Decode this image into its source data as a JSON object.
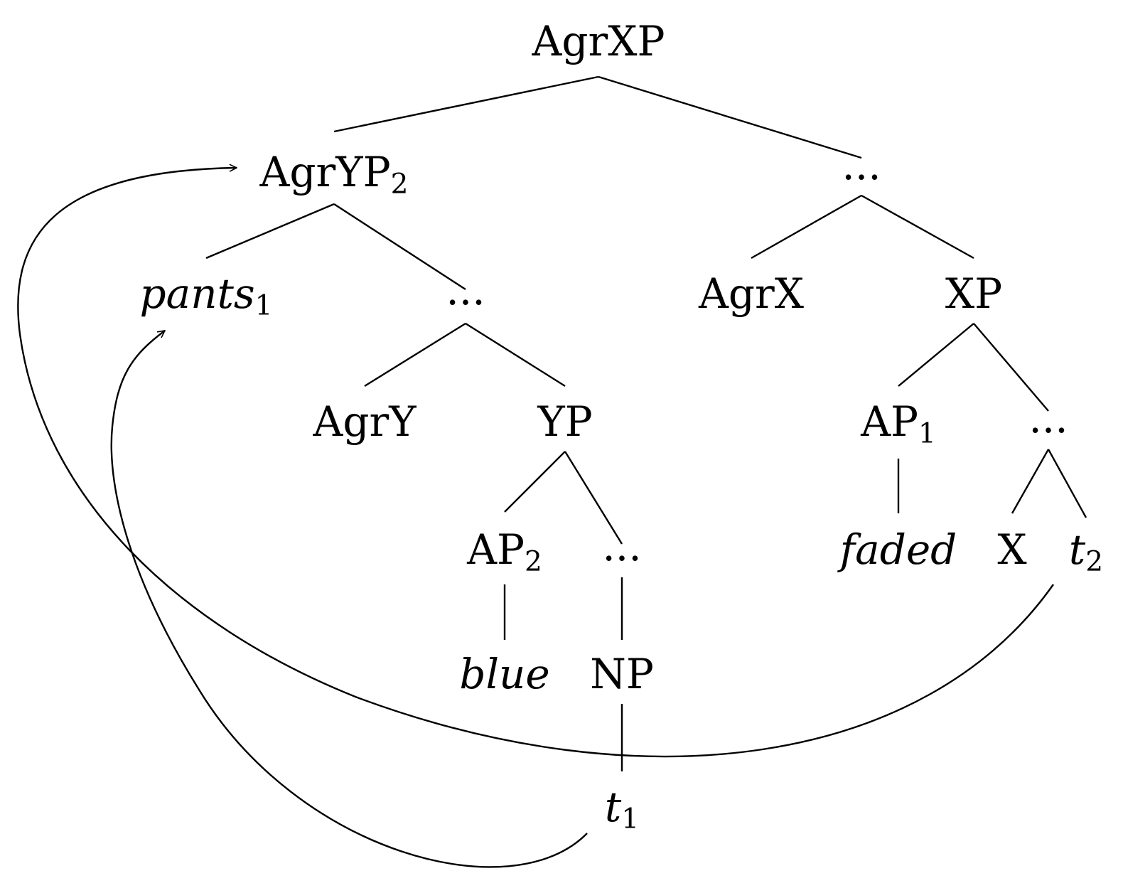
{
  "tree": {
    "nodes": [
      {
        "id": "agrxp",
        "label": "AgrXP",
        "sub": "",
        "italic": false
      },
      {
        "id": "agryp",
        "label": "AgrYP",
        "sub": "2",
        "italic": false
      },
      {
        "id": "dots1",
        "label": "...",
        "sub": "",
        "italic": false
      },
      {
        "id": "pants",
        "label": "pants",
        "sub": "1",
        "italic": true
      },
      {
        "id": "dots2",
        "label": "...",
        "sub": "",
        "italic": false
      },
      {
        "id": "agrx",
        "label": "AgrX",
        "sub": "",
        "italic": false
      },
      {
        "id": "xp",
        "label": "XP",
        "sub": "",
        "italic": false
      },
      {
        "id": "agry",
        "label": "AgrY",
        "sub": "",
        "italic": false
      },
      {
        "id": "yp",
        "label": "YP",
        "sub": "",
        "italic": false
      },
      {
        "id": "ap1",
        "label": "AP",
        "sub": "1",
        "italic": false
      },
      {
        "id": "dots3",
        "label": "...",
        "sub": "",
        "italic": false
      },
      {
        "id": "ap2",
        "label": "AP",
        "sub": "2",
        "italic": false
      },
      {
        "id": "dots4",
        "label": "...",
        "sub": "",
        "italic": false
      },
      {
        "id": "faded",
        "label": "faded",
        "sub": "",
        "italic": true
      },
      {
        "id": "x",
        "label": "X",
        "sub": "",
        "italic": false
      },
      {
        "id": "t2",
        "label": "t",
        "sub": "2",
        "italic": true
      },
      {
        "id": "blue",
        "label": "blue",
        "sub": "",
        "italic": true
      },
      {
        "id": "np",
        "label": "NP",
        "sub": "",
        "italic": false
      },
      {
        "id": "t1",
        "label": "t",
        "sub": "1",
        "italic": true
      }
    ],
    "edges": [
      [
        "agrxp",
        "agryp"
      ],
      [
        "agrxp",
        "dots1"
      ],
      [
        "agryp",
        "pants"
      ],
      [
        "agryp",
        "dots2"
      ],
      [
        "dots1",
        "agrx"
      ],
      [
        "dots1",
        "xp"
      ],
      [
        "dots2",
        "agry"
      ],
      [
        "dots2",
        "yp"
      ],
      [
        "xp",
        "ap1"
      ],
      [
        "xp",
        "dots3"
      ],
      [
        "yp",
        "ap2"
      ],
      [
        "yp",
        "dots4"
      ],
      [
        "ap1",
        "faded"
      ],
      [
        "dots3",
        "x"
      ],
      [
        "dots3",
        "t2"
      ],
      [
        "ap2",
        "blue"
      ],
      [
        "dots4",
        "np"
      ],
      [
        "np",
        "t1"
      ]
    ],
    "movements": [
      {
        "from": "t2",
        "to": "agryp"
      },
      {
        "from": "t1",
        "to": "pants"
      }
    ]
  }
}
